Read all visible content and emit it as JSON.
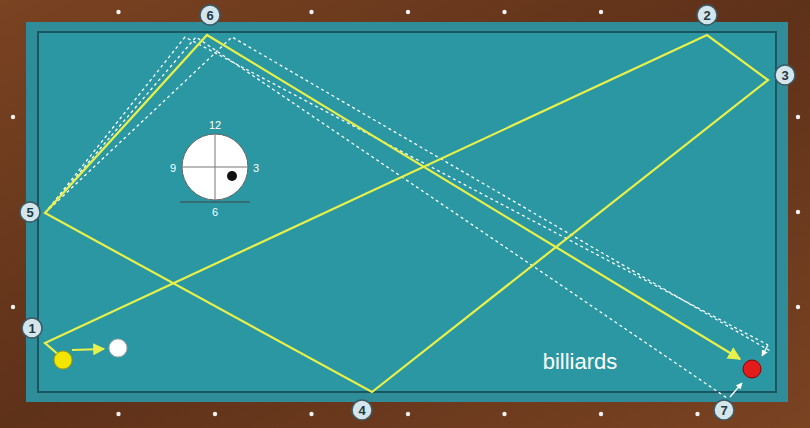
{
  "diagram": {
    "labels": [
      "6",
      "2",
      "3",
      "5",
      "1",
      "4",
      "7",
      "12",
      "9",
      "3",
      "6",
      "billiards"
    ]
  }
}
